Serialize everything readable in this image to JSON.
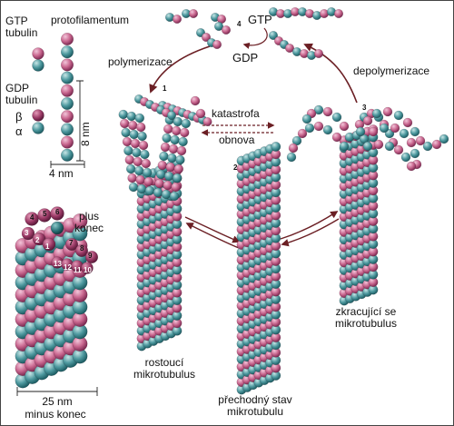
{
  "colors": {
    "gtp": "#c9678f",
    "gdp": "#4f9aa0",
    "gtp_dark": "#8e2e5a",
    "gdp_dark": "#226d72",
    "arrow": "#6b1f24"
  },
  "labels": {
    "gtp_tubulin": [
      "GTP",
      "tubulin"
    ],
    "protofilament": "protofilamentum",
    "gdp_tubulin": [
      "GDP",
      "tubulin"
    ],
    "beta": "β",
    "alpha": "α",
    "size_8nm": "8 nm",
    "size_4nm": "4 nm",
    "plus_end": [
      "plus",
      "konec"
    ],
    "size_25nm": "25 nm",
    "minus_end": "minus konec",
    "gtp_top": "GTP",
    "gdp_top": "GDP",
    "polymerization": "polymerizace",
    "depolymerization": "depolymerizace",
    "catastrophe": "katastrofa",
    "rescue": "obnova",
    "growing": [
      "rostoucí",
      "mikrotubulus"
    ],
    "transition": [
      "přechodný stav",
      "mikrotubulu"
    ],
    "shrinking": [
      "zkracující se",
      "mikrotubulus"
    ],
    "step_1": "1",
    "step_2": "2",
    "step_3": "3",
    "step_4": "4"
  },
  "lattice_numbers": {
    "top_row": [
      "4",
      "5",
      "6"
    ],
    "side_row": [
      "7",
      "8",
      "9"
    ],
    "inner": [
      "3",
      "2",
      "1"
    ],
    "inner_lower": [
      "13",
      "12",
      "11",
      "10"
    ]
  }
}
